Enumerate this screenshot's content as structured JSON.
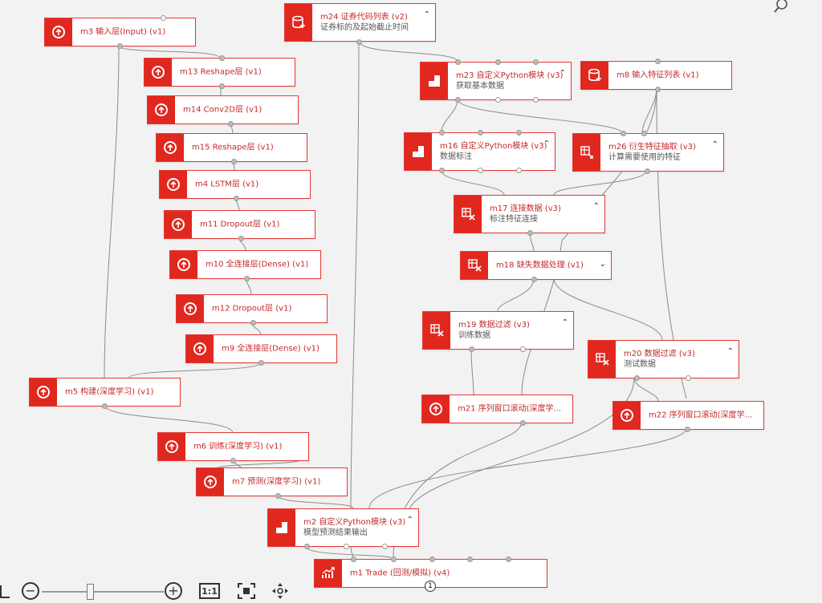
{
  "nodes": {
    "m3": {
      "title": "m3 输入层(Input) (v1)"
    },
    "m13": {
      "title": "m13 Reshape层 (v1)"
    },
    "m14": {
      "title": "m14 Conv2D层 (v1)"
    },
    "m15": {
      "title": "m15 Reshape层 (v1)"
    },
    "m4": {
      "title": "m4 LSTM层 (v1)"
    },
    "m11": {
      "title": "m11 Dropout层 (v1)"
    },
    "m10": {
      "title": "m10 全连接层(Dense) (v1)"
    },
    "m12": {
      "title": "m12 Dropout层 (v1)"
    },
    "m9": {
      "title": "m9 全连接层(Dense) (v1)"
    },
    "m5": {
      "title": "m5 构建(深度学习) (v1)"
    },
    "m6": {
      "title": "m6 训练(深度学习) (v1)"
    },
    "m7": {
      "title": "m7 预测(深度学习) (v1)"
    },
    "m24": {
      "title": "m24 证券代码列表 (v2)",
      "subtitle": "证券标的及起始截止时间"
    },
    "m23": {
      "title": "m23 自定义Python模块 (v3)",
      "subtitle": "获取基本数据"
    },
    "m8": {
      "title": "m8 输入特征列表 (v1)"
    },
    "m16": {
      "title": "m16 自定义Python模块 (v3)",
      "subtitle": "数据标注"
    },
    "m26": {
      "title": "m26 衍生特征抽取 (v3)",
      "subtitle": "计算需要使用的特征"
    },
    "m17": {
      "title": "m17 连接数据 (v3)",
      "subtitle": "标注特征连接"
    },
    "m18": {
      "title": "m18 缺失数据处理 (v1)"
    },
    "m19": {
      "title": "m19 数据过滤 (v3)",
      "subtitle": "训练数据"
    },
    "m20": {
      "title": "m20 数据过滤 (v3)",
      "subtitle": "测试数据"
    },
    "m21": {
      "title": "m21 序列窗口滚动(深度学..."
    },
    "m22": {
      "title": "m22 序列窗口滚动(深度学..."
    },
    "m2": {
      "title": "m2 自定义Python模块 (v3)",
      "subtitle": "模型预测结果输出"
    },
    "m1": {
      "title": "m1 Trade (回测/模拟) (v4)",
      "badge": "1"
    }
  },
  "toolbar": {
    "zoom_out": "−",
    "zoom_in": "+",
    "one_to_one": "1:1",
    "fit": "fit",
    "move": "move"
  },
  "zoom_level": 0.1,
  "colors": {
    "accent": "#e0281f",
    "edge": "#8a8a8a"
  }
}
